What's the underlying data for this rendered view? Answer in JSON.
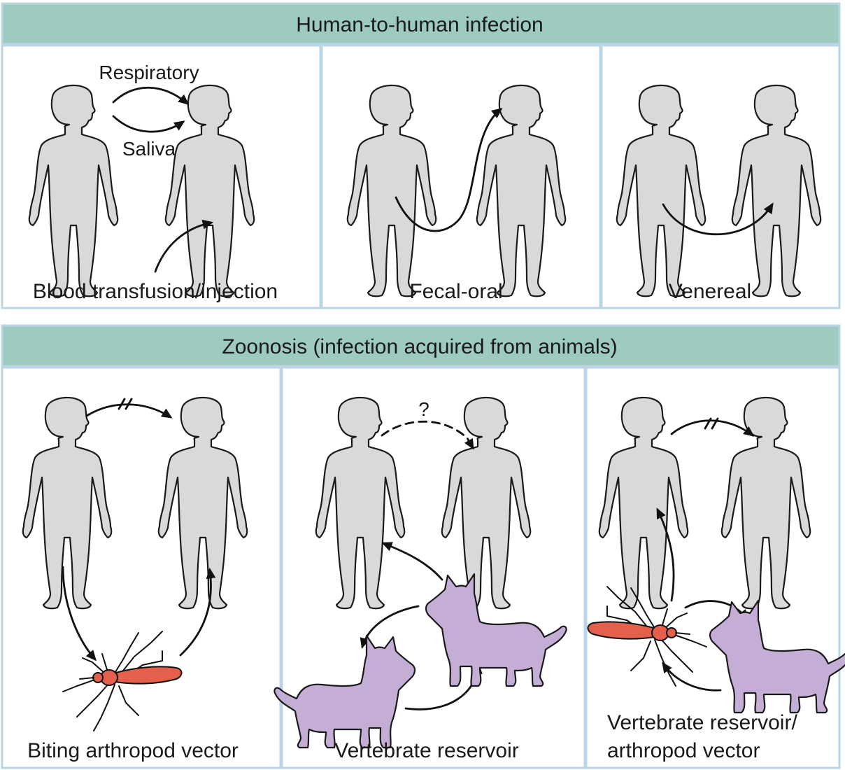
{
  "sections": [
    {
      "header": "Human-to-human infection",
      "panels": [
        {
          "caption": "Blood transfusion/injection",
          "labels": [
            "Respiratory",
            "Saliva"
          ]
        },
        {
          "caption": "Fecal-oral"
        },
        {
          "caption": "Venereal"
        }
      ]
    },
    {
      "header": "Zoonosis (infection acquired from animals)",
      "panels": [
        {
          "caption": "Biting arthropod vector"
        },
        {
          "caption": "Vertebrate reservoir",
          "labels": [
            "?"
          ]
        },
        {
          "caption_lines": [
            "Vertebrate reservoir/",
            "arthropod vector"
          ]
        }
      ]
    }
  ],
  "colors": {
    "header_band": "#9ecbbf",
    "frame_border": "#bcd5e6",
    "human_fill": "#d9d9d9",
    "animal_fill": "#c4aed6",
    "arthropod_fill": "#e5604c"
  },
  "icons": [
    "human-figure-icon",
    "cat-icon",
    "mosquito-icon",
    "arrow-icon"
  ]
}
